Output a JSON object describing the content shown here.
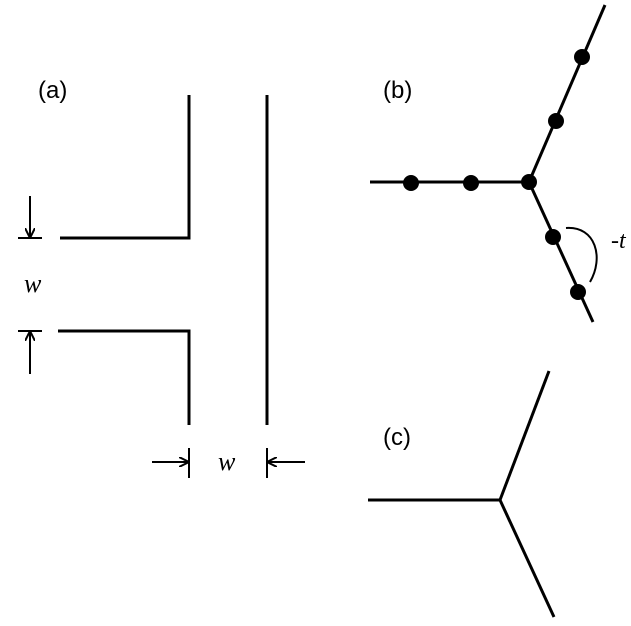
{
  "panels": {
    "a": {
      "label": "(a)",
      "vertical_width_label": "w",
      "horizontal_width_label": "w"
    },
    "b": {
      "label": "(b)",
      "hopping_label": "-t"
    },
    "c": {
      "label": "(c)"
    }
  },
  "colors": {
    "ink": "#000000",
    "background": "#ffffff"
  },
  "icons": {
    "dimension_arrows": "arrow-head",
    "lattice_sites": "filled-circle"
  }
}
